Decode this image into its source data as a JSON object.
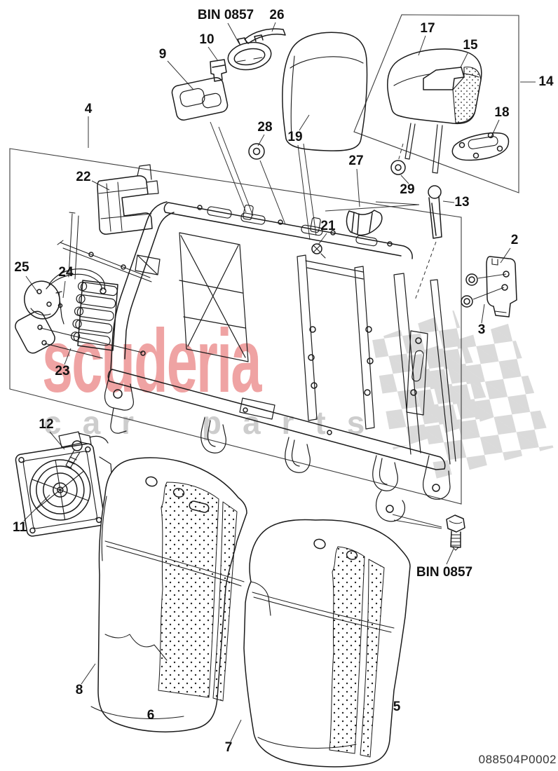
{
  "watermark": {
    "brand_text": "scuderia",
    "sub_text": "car parts",
    "brand_color": "#efa3a3",
    "sub_color": "#cdcdcd",
    "flag_color": "#dadada"
  },
  "drawing": {
    "part_number": "088504P0002",
    "line_color": "#1b1b1b",
    "box_color": "#3d3d3d"
  },
  "callouts": {
    "bin_top": "BIN 0857",
    "bin_bottom": "BIN 0857",
    "n2": "2",
    "n3": "3",
    "n4": "4",
    "n5": "5",
    "n6": "6",
    "n7": "7",
    "n8": "8",
    "n9": "9",
    "n10": "10",
    "n11": "11",
    "n12": "12",
    "n13": "13",
    "n14": "14",
    "n15": "15",
    "n17": "17",
    "n18": "18",
    "n19": "19",
    "n21": "21",
    "n22": "22",
    "n23": "23",
    "n24": "24",
    "n25": "25",
    "n26": "26",
    "n27": "27",
    "n28": "28",
    "n29": "29"
  }
}
